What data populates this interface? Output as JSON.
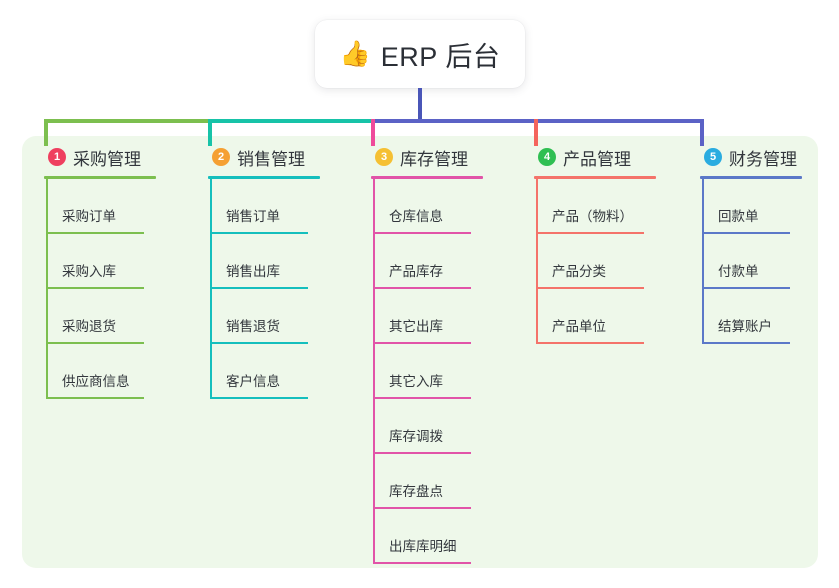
{
  "diagram": {
    "type": "mind-map",
    "root": {
      "icon": "thumbs-up-icon",
      "icon_glyph": "👍",
      "label": "ERP 后台"
    },
    "panel_color": "#eef8ea",
    "background_color": "#ffffff",
    "connector_segments": [
      {
        "name": "root-stem",
        "color": "#4a56b8"
      },
      {
        "name": "bar-left-green",
        "color": "#7cbf4f"
      },
      {
        "name": "bar-teal",
        "color": "#17c3a8"
      },
      {
        "name": "bar-right-blue",
        "color": "#5b62c6"
      },
      {
        "name": "drop-1",
        "color": "#7cbf4f"
      },
      {
        "name": "drop-2",
        "color": "#17c3a8"
      },
      {
        "name": "drop-3",
        "color": "#ef4b9b"
      },
      {
        "name": "drop-4",
        "color": "#f4645c"
      },
      {
        "name": "drop-5",
        "color": "#5b62c6"
      }
    ],
    "columns": [
      {
        "number": "1",
        "title": "采购管理",
        "badge_color": "#ef3f5f",
        "line_color": "#7cbf4f",
        "items": [
          "采购订单",
          "采购入库",
          "采购退货",
          "供应商信息"
        ]
      },
      {
        "number": "2",
        "title": "销售管理",
        "badge_color": "#f5a033",
        "line_color": "#15bfbd",
        "items": [
          "销售订单",
          "销售出库",
          "销售退货",
          "客户信息"
        ]
      },
      {
        "number": "3",
        "title": "库存管理",
        "badge_color": "#f5c033",
        "line_color": "#e154a8",
        "items": [
          "仓库信息",
          "产品库存",
          "其它出库",
          "其它入库",
          "库存调拨",
          "库存盘点",
          "出库库明细"
        ]
      },
      {
        "number": "4",
        "title": "产品管理",
        "badge_color": "#2fbf52",
        "line_color": "#f4736a",
        "items": [
          "产品（物料）",
          "产品分类",
          "产品单位"
        ]
      },
      {
        "number": "5",
        "title": "财务管理",
        "badge_color": "#2aace0",
        "line_color": "#5b78c8",
        "items": [
          "回款单",
          "付款单",
          "结算账户"
        ]
      }
    ]
  }
}
